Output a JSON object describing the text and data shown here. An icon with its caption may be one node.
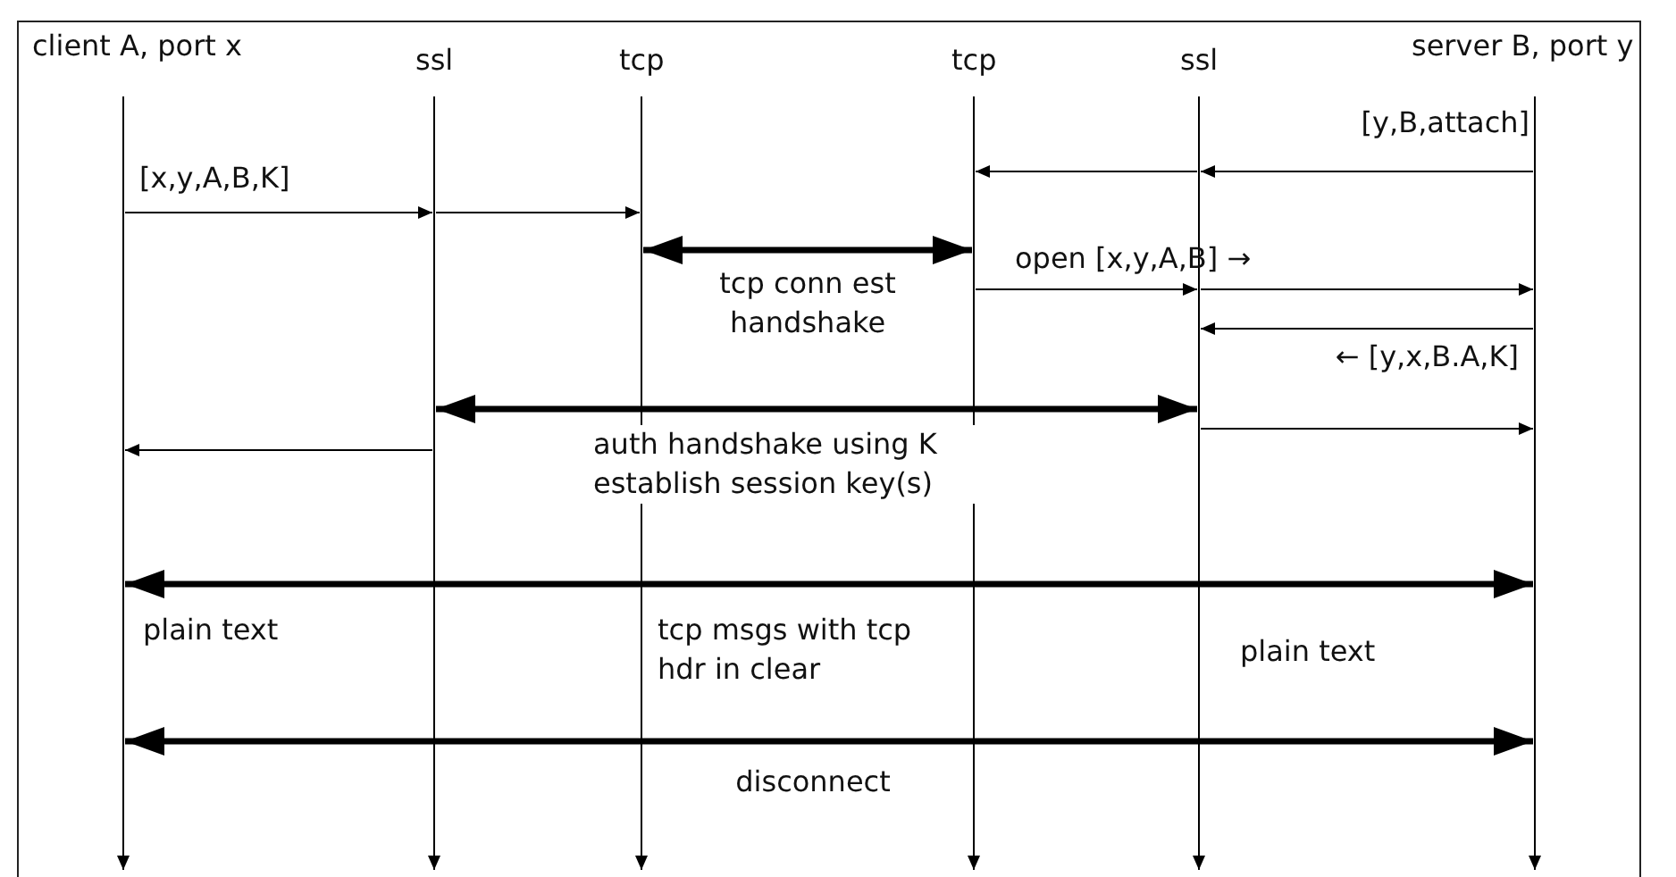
{
  "diagram": {
    "nodes": [
      {
        "text": [],
        "shape": "bar",
        "beside": [
          "client A, port x"
        ]
      },
      {
        "text": [],
        "shape": "bar",
        "beside": [
          "ssl"
        ]
      },
      {
        "text": [],
        "shape": "bar",
        "beside": [
          "tcp"
        ]
      },
      {
        "text": [],
        "shape": "bar",
        "beside": [
          "tcp"
        ]
      },
      {
        "text": [],
        "shape": "bar",
        "beside": [
          "ssl"
        ]
      },
      {
        "text": [],
        "shape": "bar",
        "beside": [
          "server B, port y"
        ]
      }
    ],
    "edges": [
      {
        "from": 5,
        "to": 4,
        "arrow": "to",
        "label": "[y,B,attach]"
      },
      {
        "from": 4,
        "to": 3,
        "arrow": "to"
      },
      {
        "from": 0,
        "to": 1,
        "arrow": "to",
        "label": "[x,y,A,B,K]"
      },
      {
        "from": 1,
        "to": 2,
        "arrow": "to"
      },
      {
        "from": 2,
        "to": 3,
        "arrow": "both",
        "style": "thick",
        "label": "tcp conn est handshake"
      },
      {
        "from": 3,
        "to": 4,
        "arrow": "to",
        "label": "open  [x,y,A,B] →"
      },
      {
        "from": 4,
        "to": 5,
        "arrow": "to"
      },
      {
        "from": 5,
        "to": 4,
        "arrow": "to",
        "label": "← [y,x,B.A,K]"
      },
      {
        "from": 1,
        "to": 4,
        "arrow": "both",
        "style": "thick",
        "label": "auth handshake using K establish session key(s)"
      },
      {
        "from": 4,
        "to": 5,
        "arrow": "to"
      },
      {
        "from": 1,
        "to": 0,
        "arrow": "to"
      },
      {
        "from": 0,
        "to": 5,
        "arrow": "both",
        "style": "thick",
        "label": "tcp msgs with tcp hdr in clear"
      },
      {
        "from": 0,
        "to": 5,
        "arrow": "both",
        "style": "thick",
        "label": "disconnect"
      },
      {
        "from": 0,
        "to": null,
        "arrow": "to"
      },
      {
        "from": 1,
        "to": null,
        "arrow": "to"
      },
      {
        "from": 2,
        "to": null,
        "arrow": "to"
      },
      {
        "from": 3,
        "to": null,
        "arrow": "to"
      },
      {
        "from": 4,
        "to": null,
        "arrow": "to"
      },
      {
        "from": 5,
        "to": null,
        "arrow": "to"
      }
    ],
    "labels": [
      "plain text",
      "plain text"
    ]
  }
}
